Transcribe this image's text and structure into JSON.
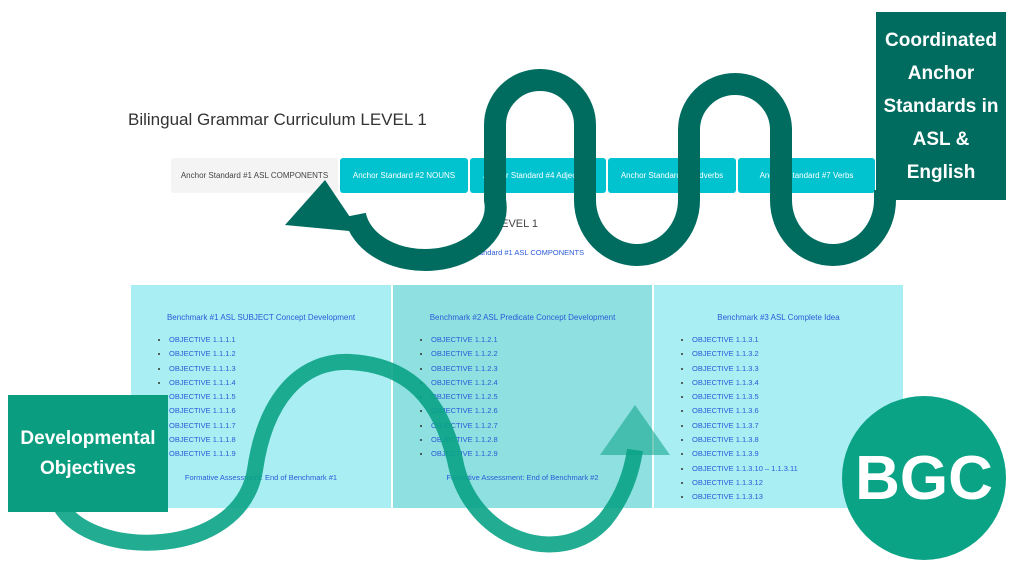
{
  "title": "Bilingual Grammar Curriculum LEVEL 1",
  "tabs": [
    {
      "label": "Anchor Standard #1 ASL COMPONENTS"
    },
    {
      "label": "Anchor Standard #2 NOUNS"
    },
    {
      "label": "Anchor Standard #4 Adjectives"
    },
    {
      "label": "Anchor Standard #5 Adverbs"
    },
    {
      "label": "Anchor Standard #7 Verbs"
    }
  ],
  "level": "LEVEL 1",
  "sublink": "Anchor Standard #1 ASL COMPONENTS",
  "benchmarks": [
    {
      "title": "Benchmark #1 ASL SUBJECT Concept Development",
      "objectives": [
        "OBJECTIVE 1.1.1.1",
        "OBJECTIVE 1.1.1.2",
        "OBJECTIVE 1.1.1.3",
        "OBJECTIVE 1.1.1.4",
        "OBJECTIVE 1.1.1.5",
        "OBJECTIVE 1.1.1.6",
        "OBJECTIVE 1.1.1.7",
        "OBJECTIVE 1.1.1.8",
        "OBJECTIVE 1.1.1.9"
      ],
      "assessment": "Formative Assessment: End of Benchmark #1"
    },
    {
      "title": "Benchmark #2 ASL Predicate Concept Development",
      "objectives": [
        "OBJECTIVE 1.1.2.1",
        "OBJECTIVE 1.1.2.2",
        "OBJECTIVE 1.1.2.3",
        "OBJECTIVE 1.1.2.4",
        "OBJECTIVE 1.1.2.5",
        "OBJECTIVE 1.1.2.6",
        "OBJECTIVE 1.1.2.7",
        "OBJECTIVE 1.1.2.8",
        "OBJECTIVE 1.1.2.9"
      ],
      "assessment": "Formative Assessment: End of Benchmark #2"
    },
    {
      "title": "Benchmark #3 ASL Complete Idea",
      "objectives": [
        "OBJECTIVE 1.1.3.1",
        "OBJECTIVE 1.1.3.2",
        "OBJECTIVE 1.1.3.3",
        "OBJECTIVE 1.1.3.4",
        "OBJECTIVE 1.1.3.5",
        "OBJECTIVE 1.1.3.6",
        "OBJECTIVE 1.1.3.7",
        "OBJECTIVE 1.1.3.8",
        "OBJECTIVE 1.1.3.9",
        "OBJECTIVE 1.1.3.10 – 1.1.3.11",
        "OBJECTIVE 1.1.3.12",
        "OBJECTIVE 1.1.3.13"
      ]
    }
  ],
  "callouts": {
    "anchor": "Coordinated Anchor Standards in ASL & English",
    "objectives": "Developmental Objectives",
    "logo": "BGC"
  },
  "colors": {
    "tab": "#00c3cf",
    "dark_teal": "#006b5f",
    "green": "#0aa386",
    "panel": "#a9eef3"
  }
}
